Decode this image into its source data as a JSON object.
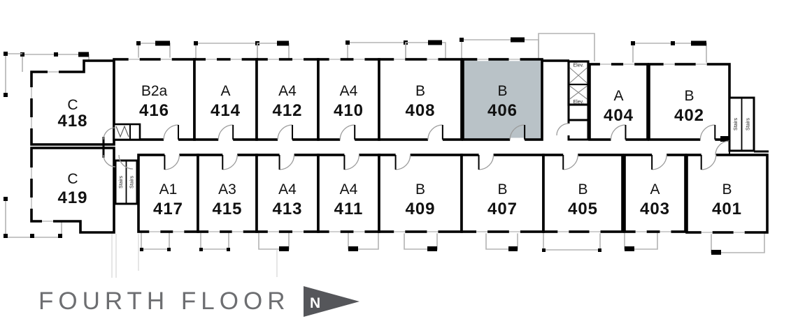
{
  "title": "FOURTH FLOOR",
  "compass": {
    "label": "N"
  },
  "floor_plan": {
    "selected_unit": "406",
    "labels": {
      "stairs": "Stairs",
      "elevator": "Elev."
    },
    "colors": {
      "highlight": "#b9c2c7",
      "wall": "#000000",
      "title_text": "#6d6e71",
      "compass_arrow": "#55565a",
      "railing": "#b3b3b3"
    },
    "units_top": [
      {
        "type": "C",
        "number": "418",
        "highlighted": false
      },
      {
        "type": "B2a",
        "number": "416",
        "highlighted": false
      },
      {
        "type": "A",
        "number": "414",
        "highlighted": false
      },
      {
        "type": "A4",
        "number": "412",
        "highlighted": false
      },
      {
        "type": "A4",
        "number": "410",
        "highlighted": false
      },
      {
        "type": "B",
        "number": "408",
        "highlighted": false
      },
      {
        "type": "B",
        "number": "406",
        "highlighted": true
      },
      {
        "type": "A",
        "number": "404",
        "highlighted": false
      },
      {
        "type": "B",
        "number": "402",
        "highlighted": false
      }
    ],
    "units_bottom": [
      {
        "type": "C",
        "number": "419",
        "highlighted": false
      },
      {
        "type": "A1",
        "number": "417",
        "highlighted": false
      },
      {
        "type": "A3",
        "number": "415",
        "highlighted": false
      },
      {
        "type": "A4",
        "number": "413",
        "highlighted": false
      },
      {
        "type": "A4",
        "number": "411",
        "highlighted": false
      },
      {
        "type": "B",
        "number": "409",
        "highlighted": false
      },
      {
        "type": "B",
        "number": "407",
        "highlighted": false
      },
      {
        "type": "B",
        "number": "405",
        "highlighted": false
      },
      {
        "type": "A",
        "number": "403",
        "highlighted": false
      },
      {
        "type": "B",
        "number": "401",
        "highlighted": false
      }
    ]
  }
}
